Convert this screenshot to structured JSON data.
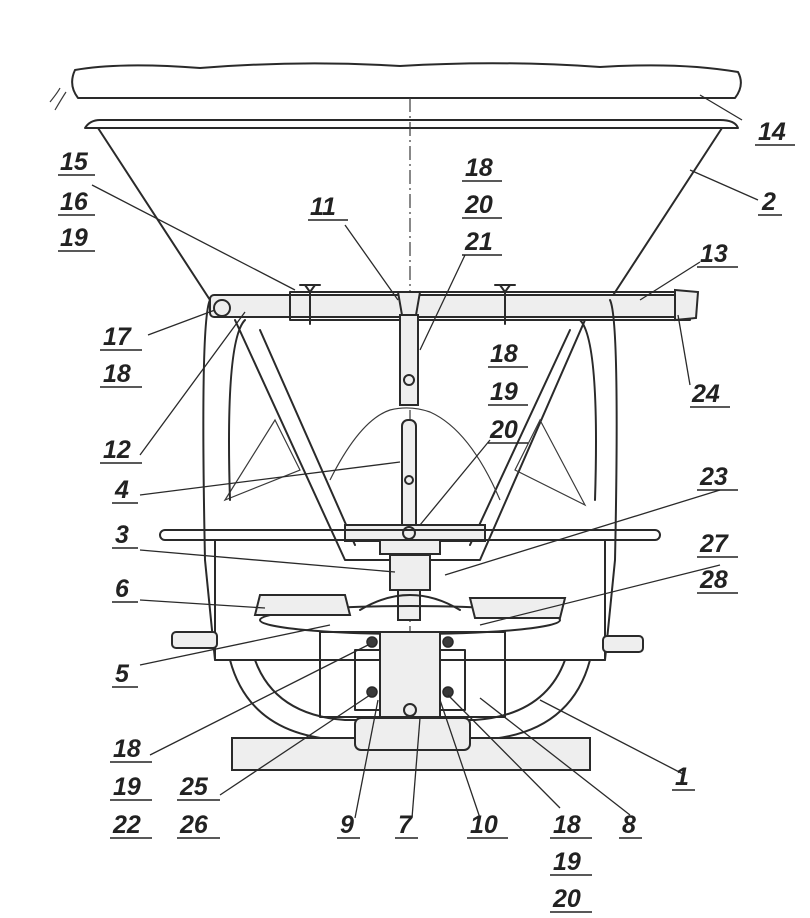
{
  "callouts": {
    "c1": "1",
    "c2": "2",
    "c3": "3",
    "c4": "4",
    "c5": "5",
    "c6": "6",
    "c7": "7",
    "c8": "8",
    "c9": "9",
    "c10": "10",
    "c11": "11",
    "c12": "12",
    "c13": "13",
    "c14": "14",
    "c23": "23",
    "c24": "24",
    "g15": [
      "15",
      "16",
      "19"
    ],
    "g17": [
      "17",
      "18"
    ],
    "g18top": [
      "18",
      "20",
      "21"
    ],
    "g18mid": [
      "18",
      "19",
      "20"
    ],
    "g27": [
      "27",
      "28"
    ],
    "g18left": [
      "18",
      "19",
      "22"
    ],
    "g25": [
      "25",
      "26"
    ],
    "g18bot": [
      "18",
      "19",
      "20"
    ]
  }
}
